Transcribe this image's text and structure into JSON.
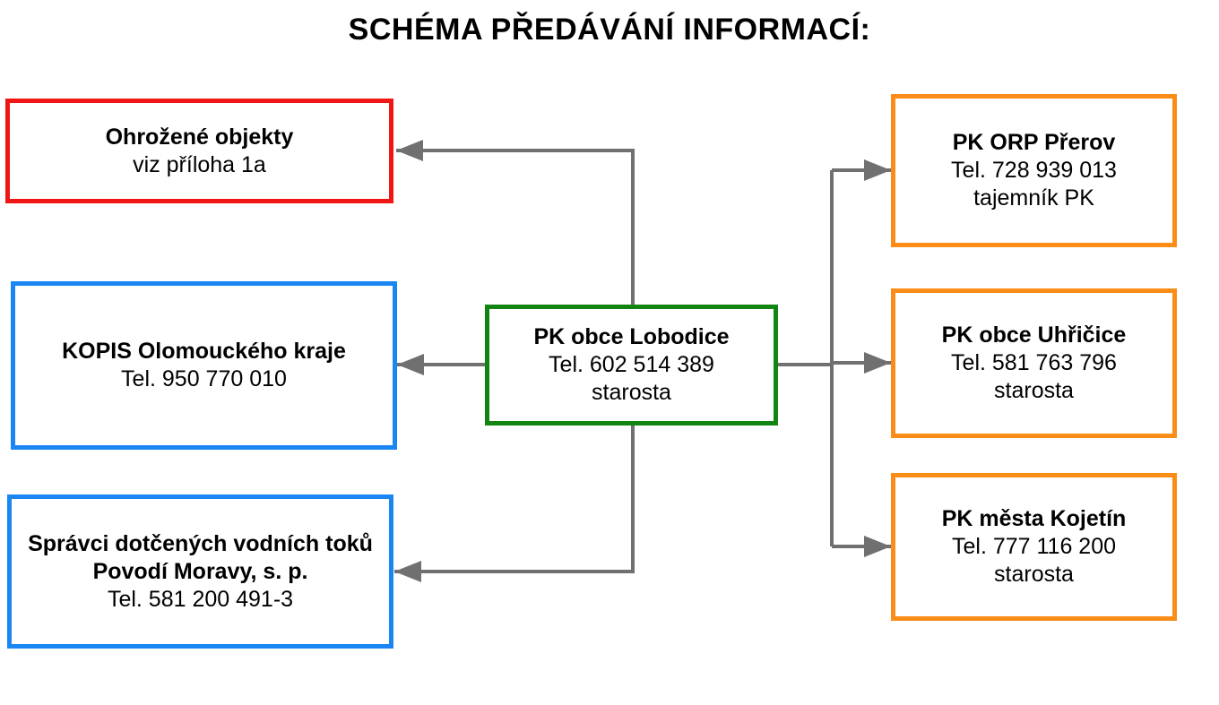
{
  "title": "SCHÉMA PŘEDÁVÁNÍ INFORMACÍ:",
  "center": {
    "name": "PK obce Lobodice",
    "tel": "Tel. 602 514 389",
    "role": "starosta"
  },
  "left": {
    "endangered": {
      "name": "Ohrožené objekty",
      "note": "viz příloha 1a"
    },
    "kopis": {
      "name": "KOPIS Olomouckého kraje",
      "tel": "Tel. 950 770 010"
    },
    "water": {
      "name1": "Správci dotčených vodních toků",
      "name2": "Povodí Moravy, s. p.",
      "tel": "Tel. 581 200 491-3"
    }
  },
  "right": {
    "orp": {
      "name": "PK ORP Přerov",
      "tel": "Tel. 728 939 013",
      "role": "tajemník PK"
    },
    "uhricice": {
      "name": "PK obce Uhřičice",
      "tel": "Tel. 581 763 796",
      "role": "starosta"
    },
    "kojetin": {
      "name": "PK města Kojetín",
      "tel": "Tel. 777 116 200",
      "role": "starosta"
    }
  },
  "colors": {
    "red": "#f01616",
    "blue": "#1a86f4",
    "green": "#128412",
    "orange": "#fb8c17",
    "connector": "#707070"
  }
}
